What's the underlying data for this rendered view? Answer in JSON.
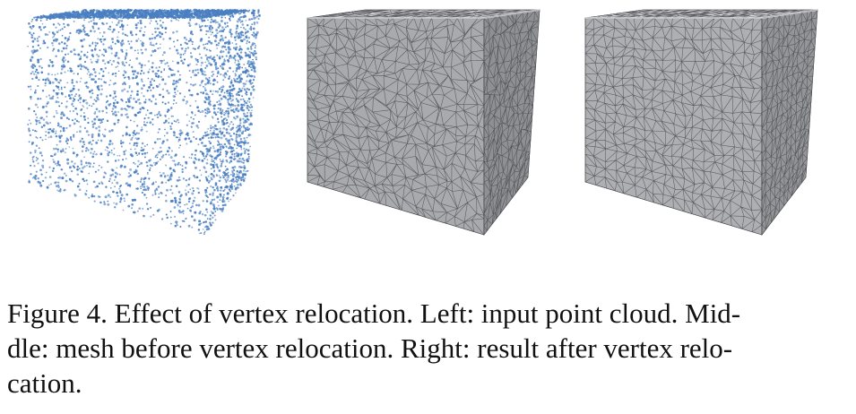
{
  "figure": {
    "panels": [
      {
        "id": "point-cloud",
        "colors": {
          "points": "#4a7fc1"
        }
      },
      {
        "id": "mesh-before",
        "colors": {
          "face_light": "#d6d7dc",
          "face_mid": "#a9aaae",
          "face_dark": "#8f9093",
          "edge": "#4b4b4f"
        }
      },
      {
        "id": "mesh-after",
        "colors": {
          "face_light": "#e2e3e8",
          "face_mid": "#aeafb2",
          "face_dark": "#949598",
          "edge": "#4b4b4f"
        }
      }
    ]
  },
  "caption": {
    "line1": "Figure 4. Effect of vertex relocation. Left: input point cloud. Mid-",
    "line2": "dle: mesh before vertex relocation. Right: result after vertex relo-",
    "line3": "cation."
  }
}
